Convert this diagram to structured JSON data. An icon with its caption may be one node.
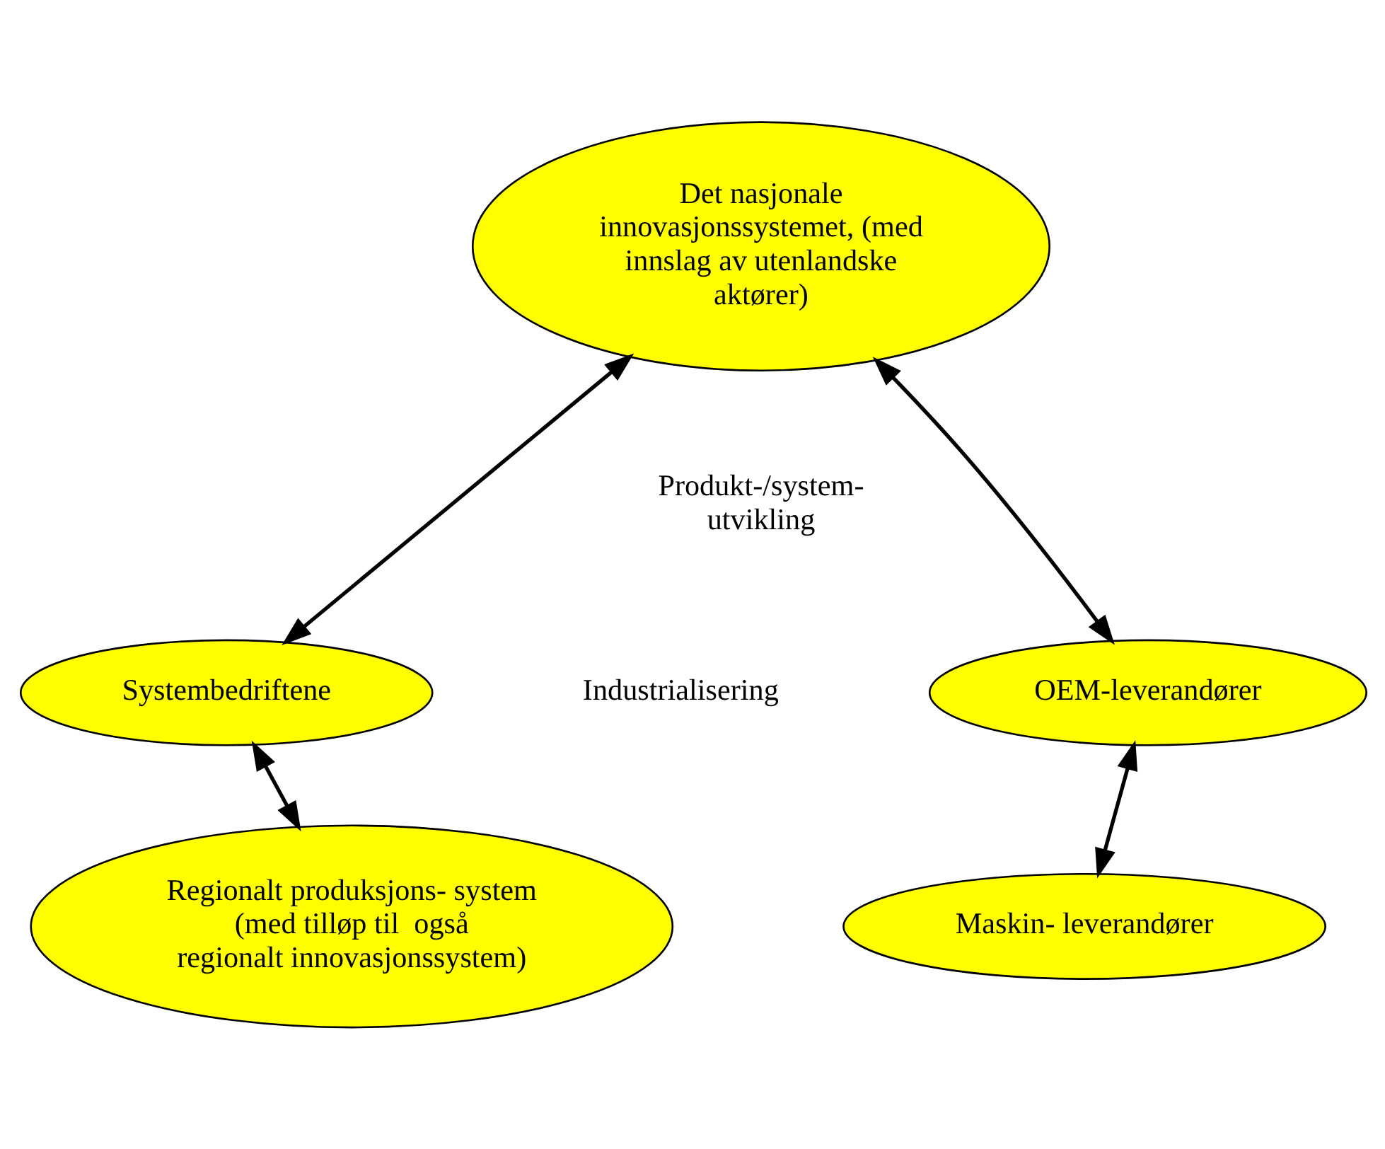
{
  "diagram": {
    "nodes": [
      {
        "text": [
          "Det nasjonale innovasjonssystemet, (med innslag av utenlandske aktører)"
        ]
      },
      {
        "text": [
          "Systembedriftene"
        ]
      },
      {
        "text": [
          "OEM-leverandører"
        ]
      },
      {
        "text": [
          "Regionalt produksjons- system (med tilløp til  også regionalt innovasjonssystem)"
        ]
      },
      {
        "text": [
          "Maskin- leverandører"
        ]
      }
    ],
    "edges": [
      {
        "from": 1,
        "to": 0,
        "arrow": "both"
      },
      {
        "from": 2,
        "to": 0,
        "arrow": "both"
      },
      {
        "from": 1,
        "to": 3,
        "arrow": "both"
      },
      {
        "from": 2,
        "to": 4,
        "arrow": "both"
      }
    ],
    "labels": [
      "Produkt-/system- utvikling",
      "Industrialisering"
    ]
  }
}
